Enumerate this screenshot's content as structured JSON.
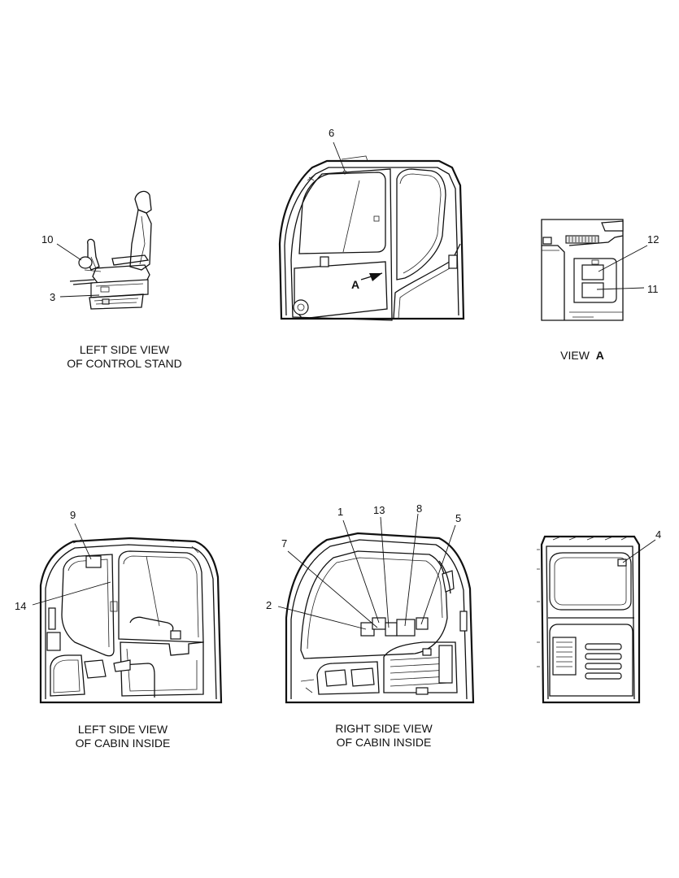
{
  "views": {
    "control_stand": {
      "line1": "LEFT SIDE VIEW",
      "line2": "OF CONTROL STAND"
    },
    "view_a": {
      "prefix": "VIEW",
      "letter": "A"
    },
    "cabin_left": {
      "line1": "LEFT SIDE VIEW",
      "line2": "OF CABIN INSIDE"
    },
    "cabin_right": {
      "line1": "RIGHT SIDE VIEW",
      "line2": "OF CABIN INSIDE"
    }
  },
  "arrow_label": "A",
  "callouts": {
    "c1": "1",
    "c2": "2",
    "c3": "3",
    "c4": "4",
    "c5": "5",
    "c6": "6",
    "c7": "7",
    "c8": "8",
    "c9": "9",
    "c10": "10",
    "c11": "11",
    "c12": "12",
    "c13": "13",
    "c14": "14"
  }
}
